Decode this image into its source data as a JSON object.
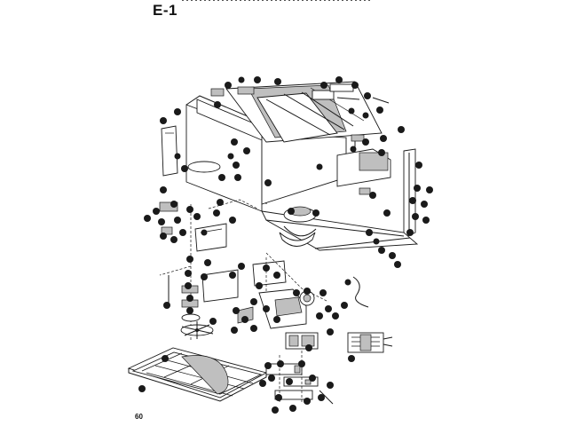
{
  "header": {
    "section_label": "E-1"
  },
  "footer": {
    "page_number": "60"
  },
  "diagram": {
    "kind": "exploded parts view"
  }
}
